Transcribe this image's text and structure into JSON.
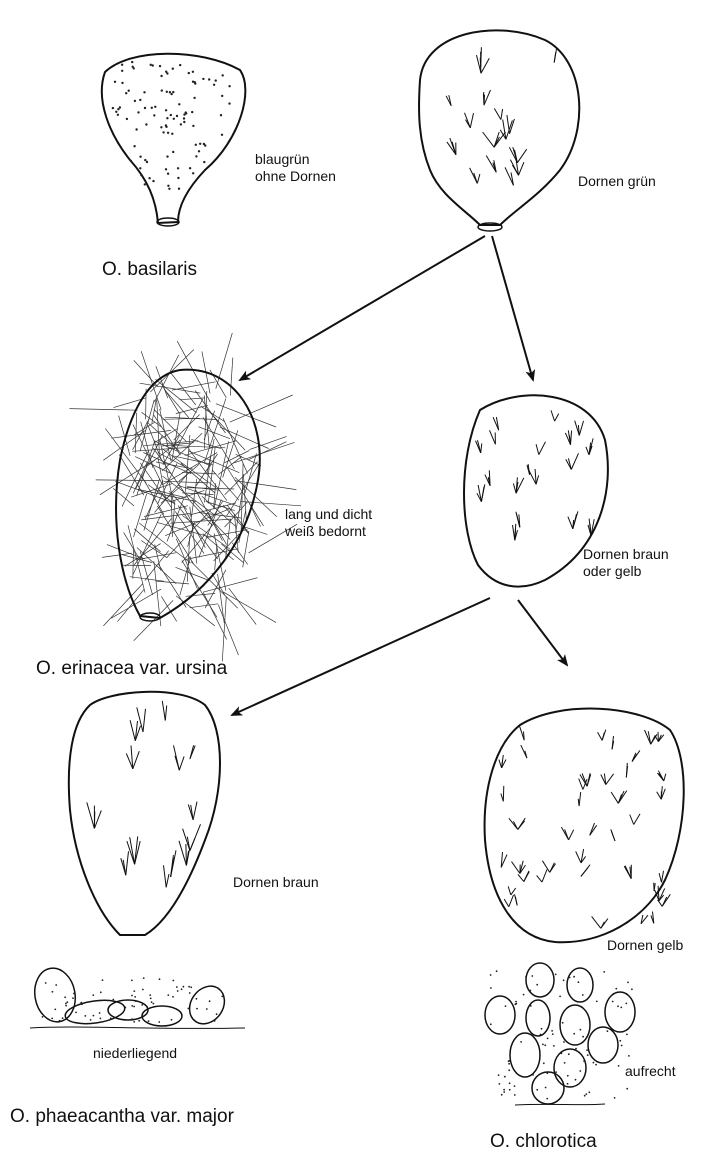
{
  "annotations": {
    "basilaris_note_1": "blaugrün",
    "basilaris_note_2": "ohne Dornen",
    "green_spines_note": "Dornen grün",
    "ursina_note_1": "lang und dicht",
    "ursina_note_2": "weiß bedornt",
    "brown_yellow_note_1": "Dornen braun",
    "brown_yellow_note_2": "oder gelb",
    "phaeacantha_note": "Dornen braun",
    "chlorotica_note": "Dornen gelb",
    "habit_prostrate": "niederliegend",
    "habit_erect": "aufrecht"
  },
  "species": {
    "basilaris": "O. basilaris",
    "ursina": "O. erinacea var. ursina",
    "phaeacantha": "O. phaeacantha var. major",
    "chlorotica": "O. chlorotica"
  }
}
